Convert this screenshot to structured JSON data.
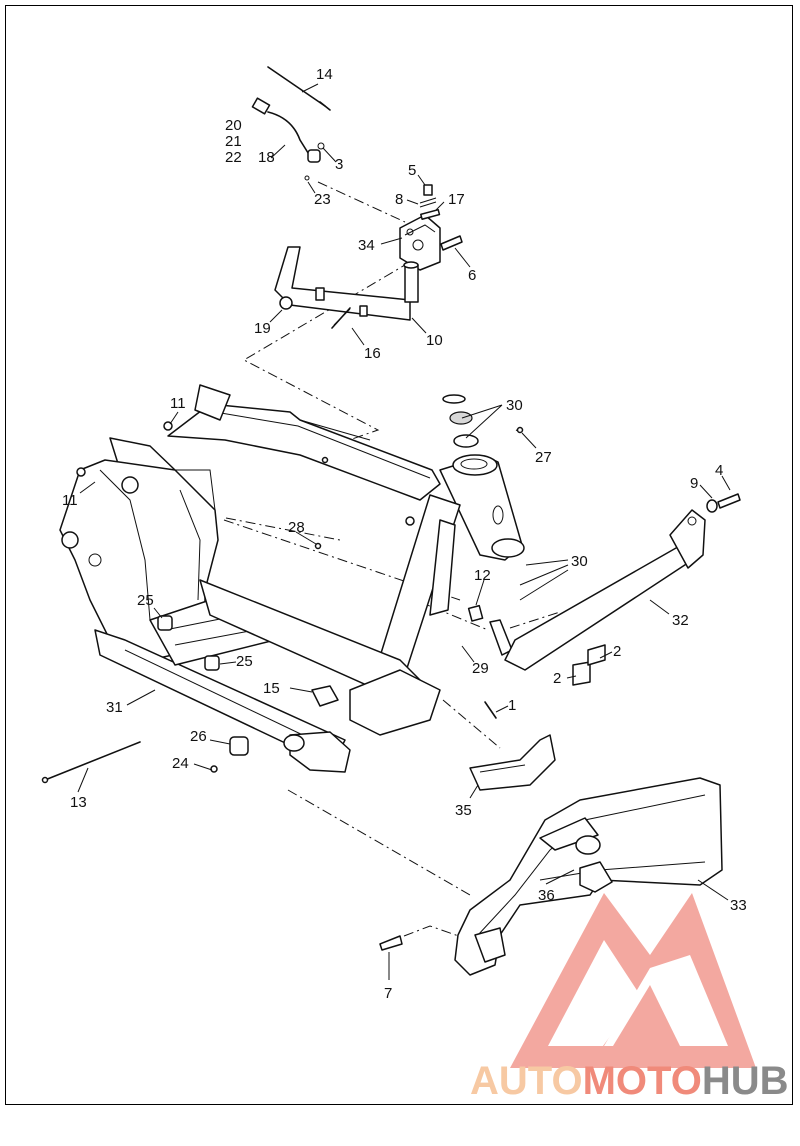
{
  "diagram": {
    "labels": [
      {
        "text": "14"
      },
      {
        "text": "20"
      },
      {
        "text": "21"
      },
      {
        "text": "22"
      },
      {
        "text": "18"
      },
      {
        "text": "3"
      },
      {
        "text": "5"
      },
      {
        "text": "8"
      },
      {
        "text": "17"
      },
      {
        "text": "23"
      },
      {
        "text": "34"
      },
      {
        "text": "6"
      },
      {
        "text": "19"
      },
      {
        "text": "16"
      },
      {
        "text": "10"
      },
      {
        "text": "30"
      },
      {
        "text": "11"
      },
      {
        "text": "27"
      },
      {
        "text": "4"
      },
      {
        "text": "9"
      },
      {
        "text": "11"
      },
      {
        "text": "28"
      },
      {
        "text": "30"
      },
      {
        "text": "12"
      },
      {
        "text": "32"
      },
      {
        "text": "25"
      },
      {
        "text": "25"
      },
      {
        "text": "2"
      },
      {
        "text": "29"
      },
      {
        "text": "2"
      },
      {
        "text": "15"
      },
      {
        "text": "1"
      },
      {
        "text": "31"
      },
      {
        "text": "26"
      },
      {
        "text": "24"
      },
      {
        "text": "13"
      },
      {
        "text": "35"
      },
      {
        "text": "36"
      },
      {
        "text": "33"
      },
      {
        "text": "7"
      }
    ]
  },
  "watermark": {
    "part1": "AUTO",
    "part2": "MOTO",
    "part3": "HUB",
    "color_light": "#f7c9a3",
    "color_accent": "#f08a7a",
    "color_dark": "#8a8a8a",
    "logo_color": "#f29a90"
  }
}
